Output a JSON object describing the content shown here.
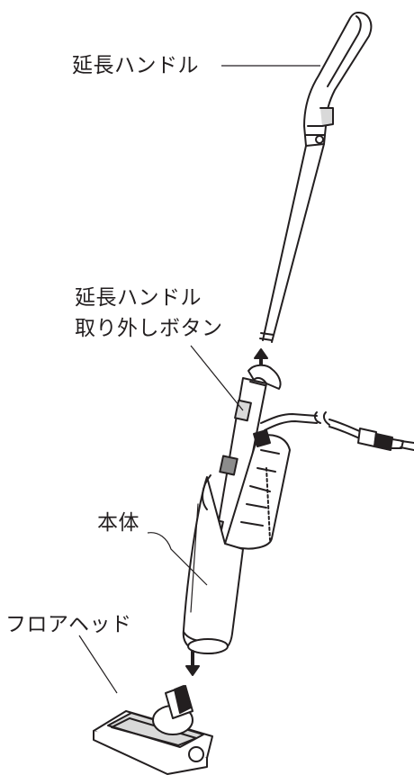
{
  "labels": {
    "extension_handle": "延長ハンドル",
    "release_button_line1": "延長ハンドル",
    "release_button_line2": "取り外しボタン",
    "main_body": "本体",
    "floor_head": "フロアヘッド"
  },
  "colors": {
    "line": "#231f20",
    "fill_light": "#ffffff",
    "fill_gray": "#d9d9d9",
    "fill_dark": "#8c8c8c"
  }
}
